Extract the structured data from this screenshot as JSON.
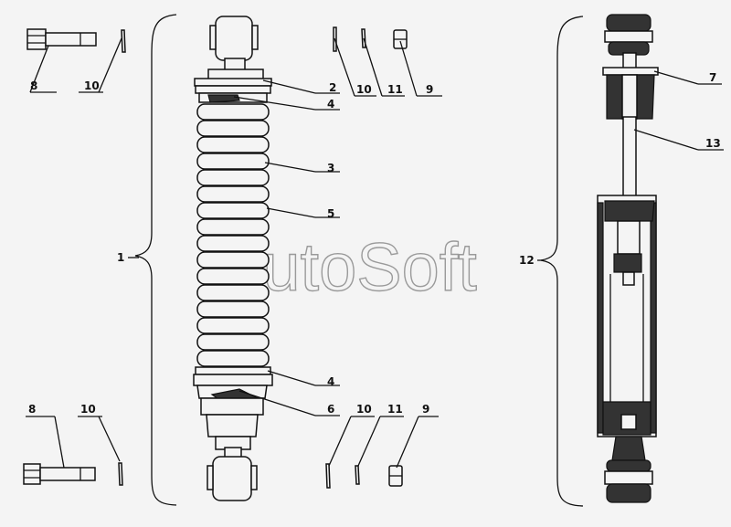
{
  "watermark": "AutoSoft",
  "labels": {
    "l1": "1",
    "l2": "2",
    "l3": "3",
    "l4a": "4",
    "l4b": "4",
    "l5": "5",
    "l6": "6",
    "l7": "7",
    "l8a": "8",
    "l8b": "8",
    "l9a": "9",
    "l9b": "9",
    "l10a": "10",
    "l10b": "10",
    "l10c": "10",
    "l10d": "10",
    "l11a": "11",
    "l11b": "11",
    "l12": "12",
    "l13": "13"
  }
}
